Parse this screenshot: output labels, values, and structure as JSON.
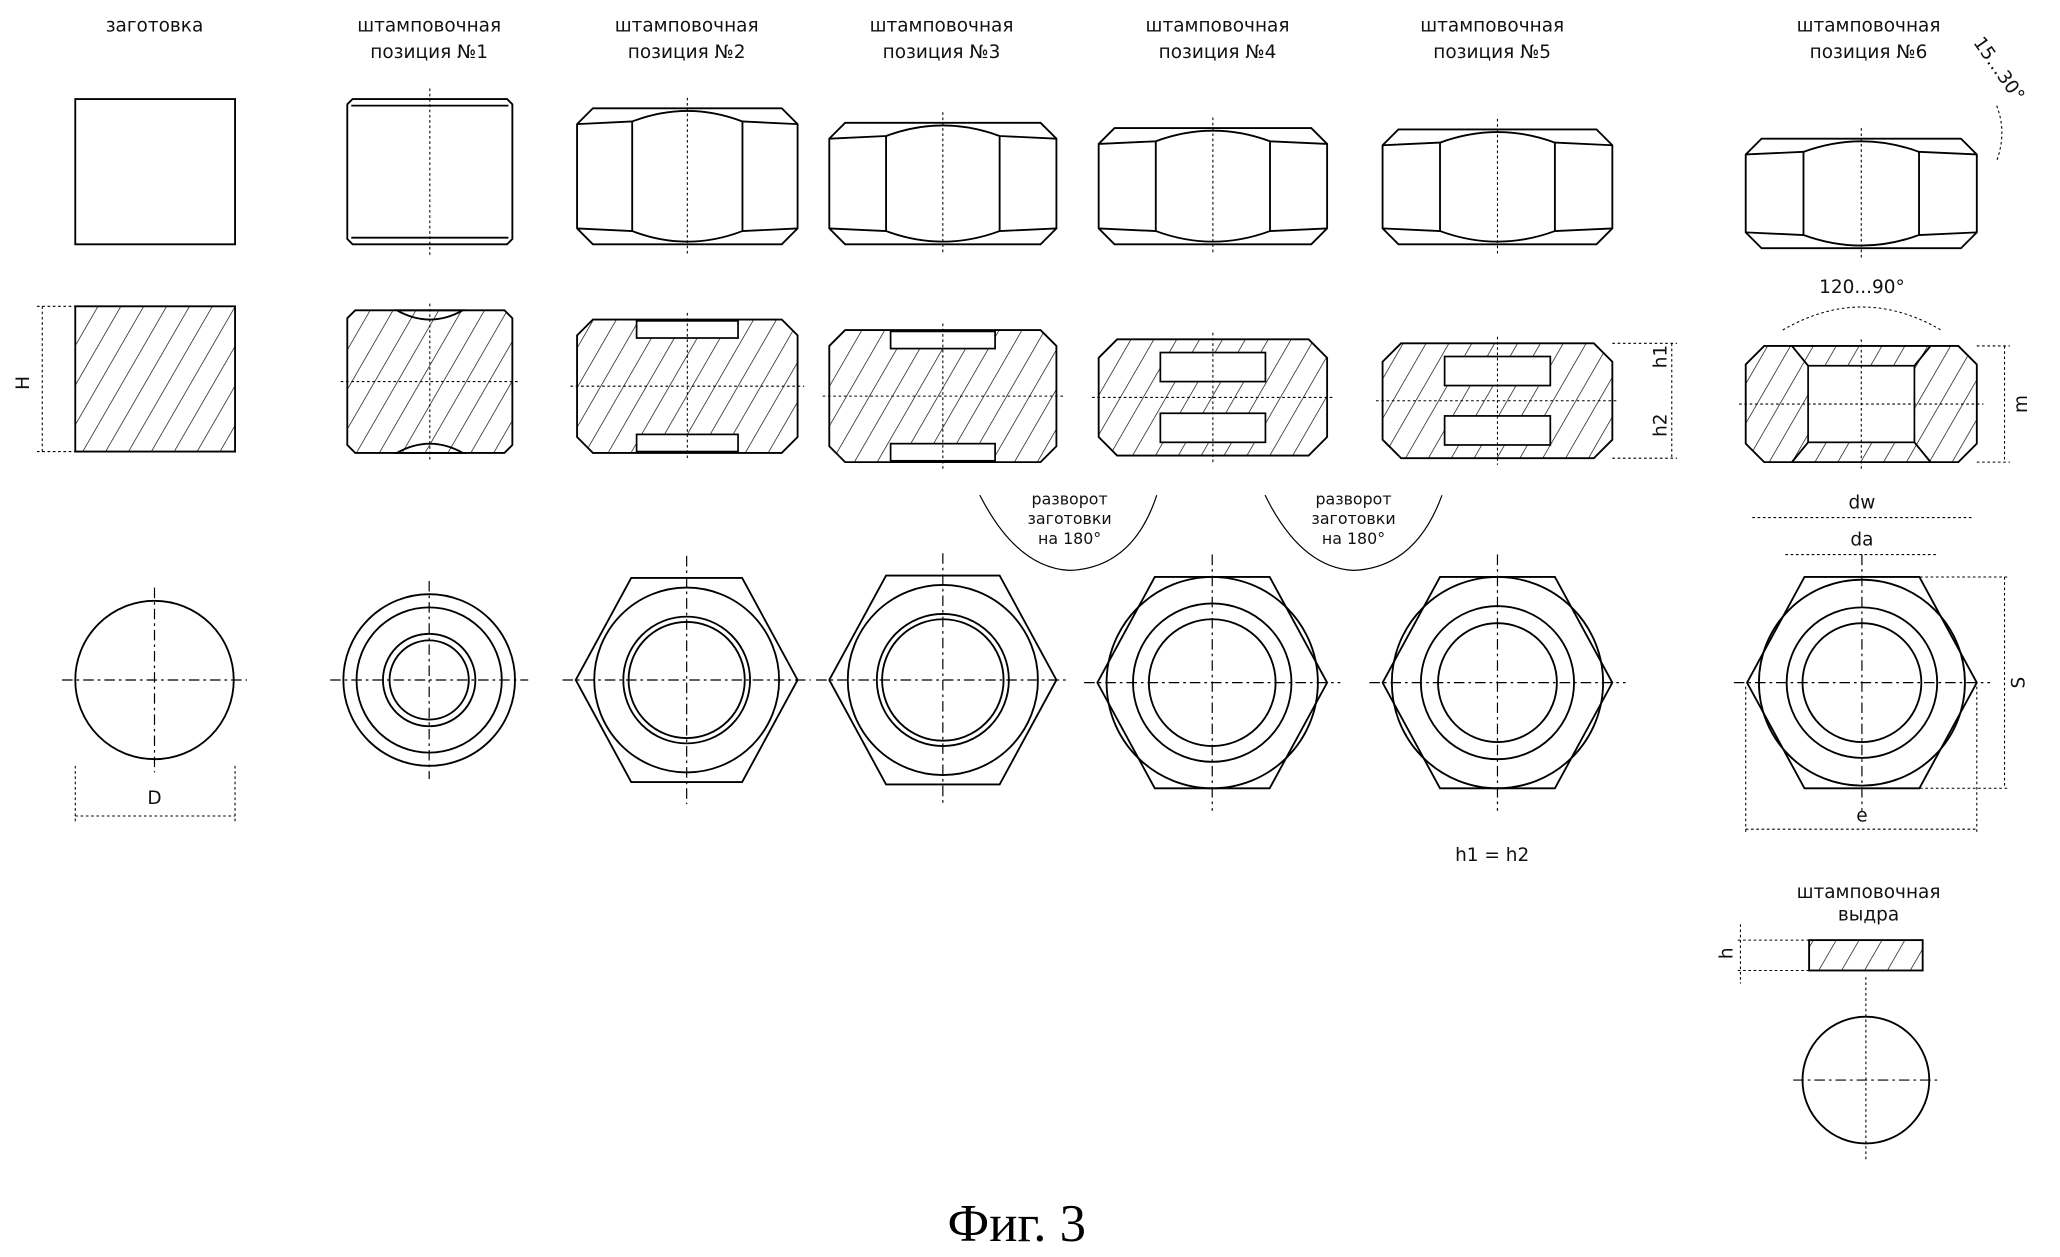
{
  "headers": [
    {
      "line1": "заготовка",
      "line2": ""
    },
    {
      "line1": "штамповочная",
      "line2": "позиция №1"
    },
    {
      "line1": "штамповочная",
      "line2": "позиция №2"
    },
    {
      "line1": "штамповочная",
      "line2": "позиция №3"
    },
    {
      "line1": "штамповочная",
      "line2": "позиция №4"
    },
    {
      "line1": "штамповочная",
      "line2": "позиция №5"
    },
    {
      "line1": "штамповочная",
      "line2": "позиция №6"
    }
  ],
  "flip_notes": [
    {
      "line1": "разворот",
      "line2": "заготовки",
      "line3": "на 180°"
    },
    {
      "line1": "разворот",
      "line2": "заготовки",
      "line3": "на 180°"
    }
  ],
  "dimensions": {
    "H": "H",
    "D": "D",
    "h1": "h1",
    "h2": "h2",
    "m": "m",
    "dw": "dw",
    "da": "da",
    "S": "S",
    "e": "e",
    "h": "h",
    "chamfer_angle": "15...30°",
    "countersink_angle": "120...90°"
  },
  "equation": "h1 = h2",
  "slug": {
    "line1": "штамповочная",
    "line2": "выдра"
  },
  "figure_caption": "Фиг. 3"
}
